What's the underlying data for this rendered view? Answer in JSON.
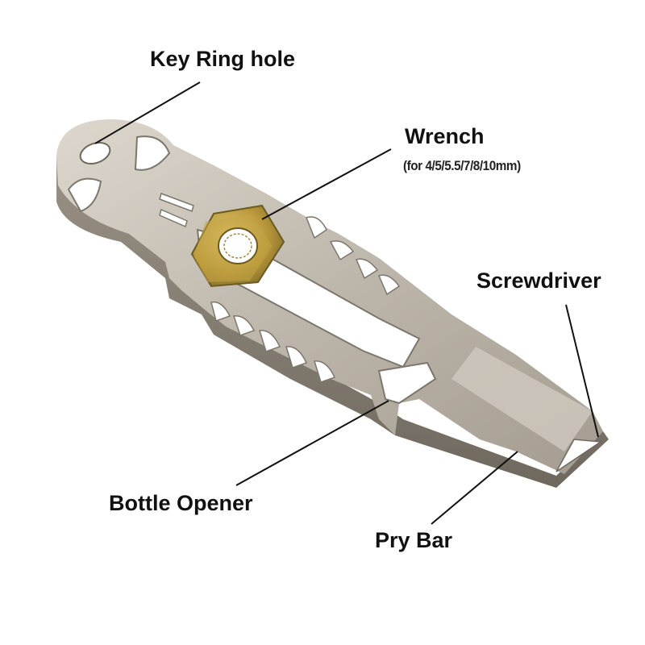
{
  "labels": {
    "key_ring_hole": "Key Ring hole",
    "wrench": "Wrench",
    "wrench_sizes": "(for 4/5/5.5/7/8/10mm)",
    "screwdriver": "Screwdriver",
    "bottle_opener": "Bottle Opener",
    "pry_bar": "Pry Bar"
  },
  "colors": {
    "text": "#111111",
    "leader_line": "#111111",
    "steel_light": "#d2ccc2",
    "steel_mid": "#b5aea3",
    "steel_dark": "#7d766c",
    "nut_gold": "#c9a93e",
    "background": "#ffffff"
  }
}
